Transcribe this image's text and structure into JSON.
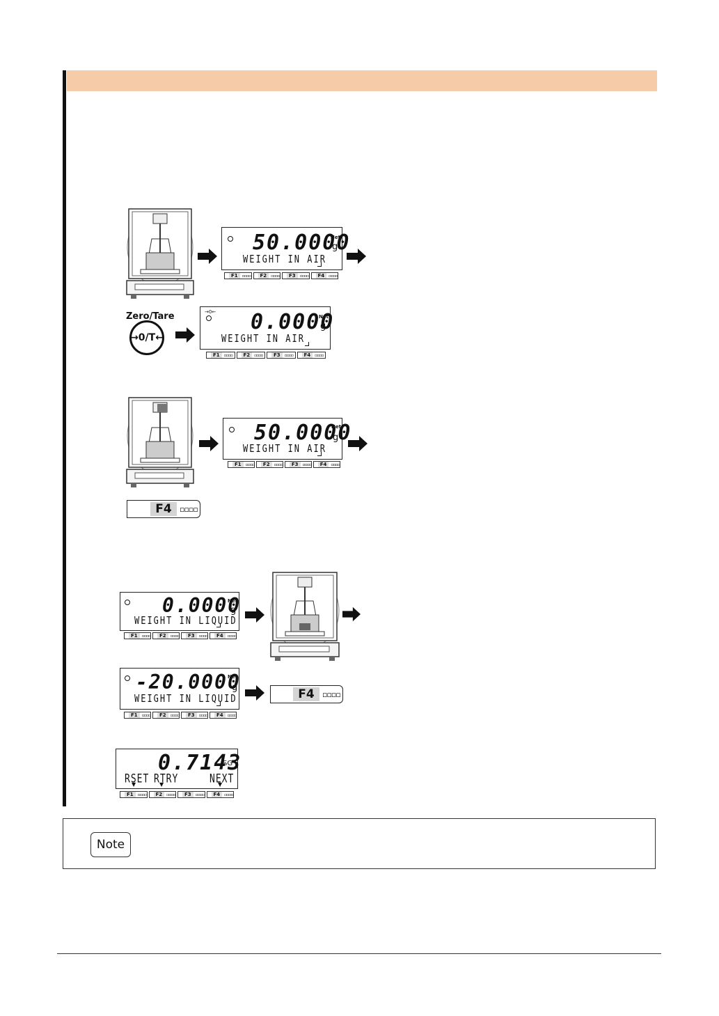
{
  "note_label": "Note",
  "zero_tare": {
    "label": "Zero/Tare",
    "symbol": "→0/T←"
  },
  "fkeys": [
    "F1",
    "F2",
    "F3",
    "F4"
  ],
  "key_pips": "▫▫▫▫",
  "f4_key": "F4",
  "displays": {
    "d1": {
      "value": "50.0000",
      "unit": "g",
      "net": "Net",
      "message": "WEIGHT IN AIR"
    },
    "d2": {
      "value": "0.0000",
      "unit": "g",
      "net": "Net",
      "message": "WEIGHT IN AIR",
      "zero_mark": "→0←"
    },
    "d3": {
      "value": "50.0000",
      "unit": "g",
      "net": "Net",
      "message": "WEIGHT IN AIR"
    },
    "d4": {
      "value": "0.0000",
      "unit": "g",
      "net": "Net",
      "message": "WEIGHT IN LIQUID"
    },
    "d5": {
      "value": "-20.0000",
      "unit": "g",
      "net": "Net",
      "message": "WEIGHT IN LIQUID"
    },
    "d6": {
      "value": "0.7143",
      "unit": "SG",
      "softkeys": [
        "RSET",
        "RTRY",
        "NEXT"
      ]
    }
  }
}
